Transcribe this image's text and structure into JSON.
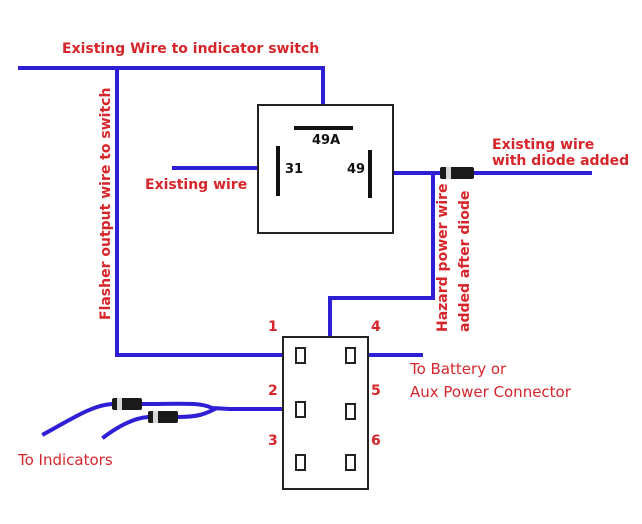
{
  "labels": {
    "existing_wire_to_indicator": "Existing Wire to indicator switch",
    "flasher_output": "Flasher output wire to switch",
    "existing_wire": "Existing wire",
    "existing_wire_diode_1": "Existing wire",
    "existing_wire_diode_2": "with diode added",
    "hazard_1": "Hazard power wire",
    "hazard_2": "added after diode",
    "to_battery_1": "To Battery or",
    "to_battery_2": "Aux Power Connector",
    "to_indicators": "To Indicators"
  },
  "relay": {
    "pin_49a": "49A",
    "pin_31": "31",
    "pin_49": "49"
  },
  "switch": {
    "pin_1": "1",
    "pin_2": "2",
    "pin_3": "3",
    "pin_4": "4",
    "pin_5": "5",
    "pin_6": "6"
  },
  "colors": {
    "wire": "#2e1fd6",
    "label": "#d7262b",
    "outline": "#222222"
  }
}
